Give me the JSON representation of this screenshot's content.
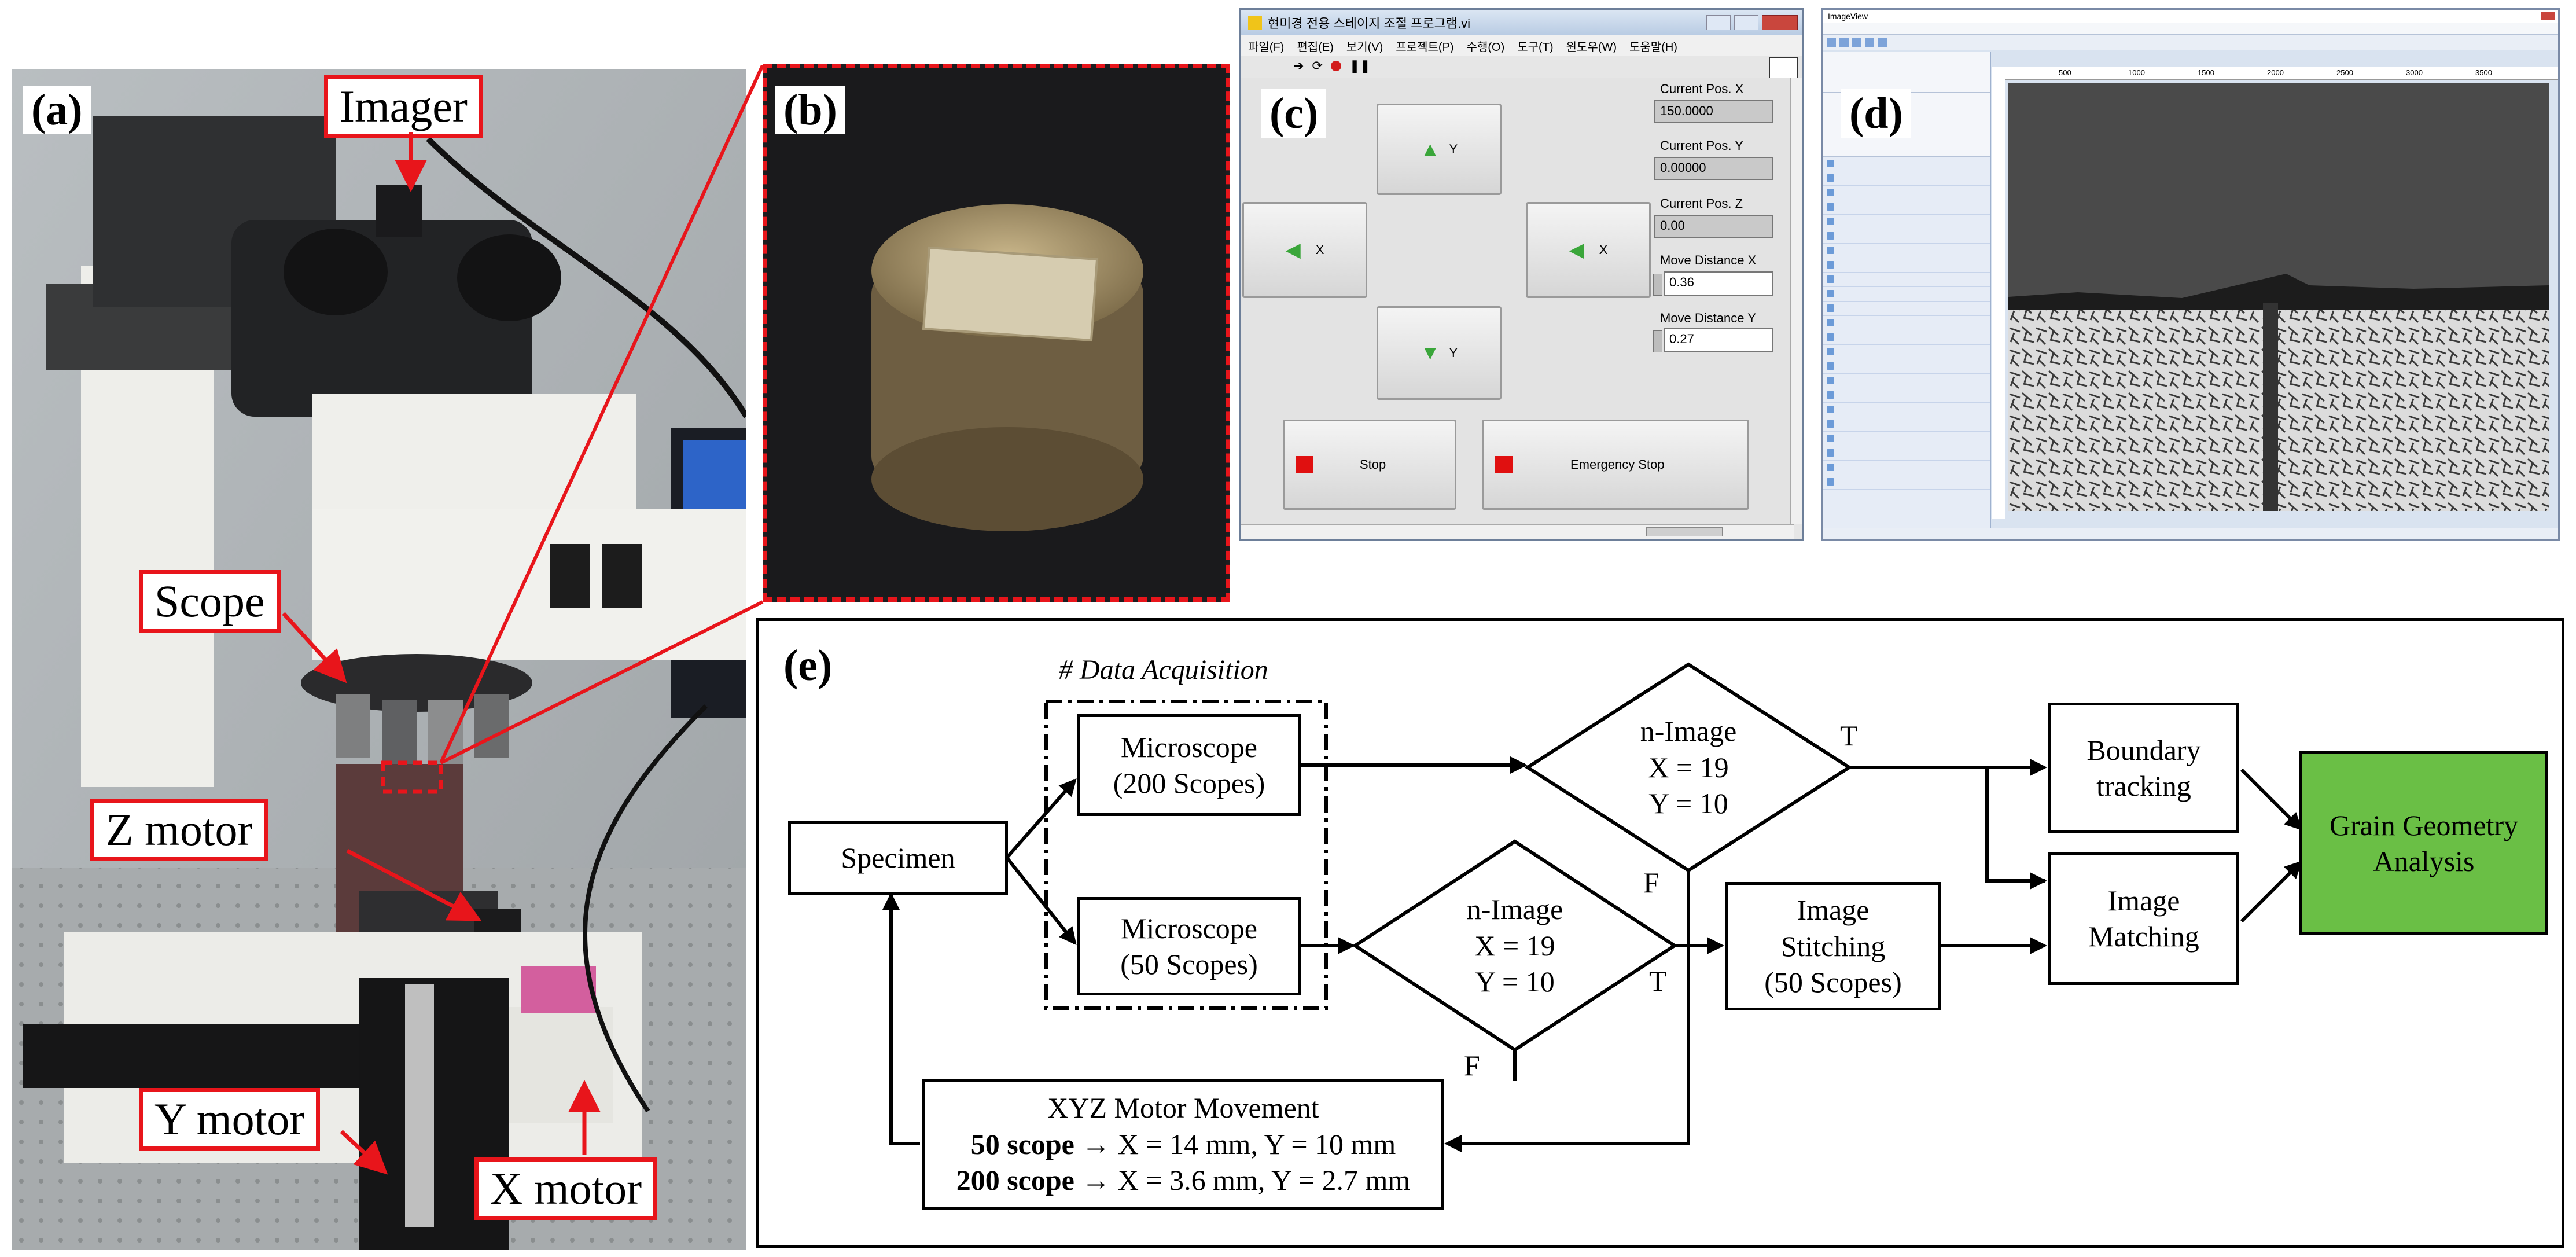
{
  "panels": {
    "a": {
      "letter": "(a)",
      "callouts": {
        "imager": "Imager",
        "scope": "Scope",
        "z_motor": "Z motor",
        "y_motor": "Y motor",
        "x_motor": "X motor"
      }
    },
    "b": {
      "letter": "(b)"
    },
    "c": {
      "letter": "(c)",
      "window_title": "현미경 전용 스테이지 조절 프로그램.vi",
      "menu": [
        "파일(F)",
        "편집(E)",
        "보기(V)",
        "프로젝트(P)",
        "수행(O)",
        "도구(T)",
        "윈도우(W)",
        "도움말(H)"
      ],
      "buttons": {
        "y_up": "Y",
        "x_left": "X",
        "x_right": "X",
        "y_down": "Y",
        "stop": "Stop",
        "emergency_stop": "Emergency Stop"
      },
      "fields": {
        "current_pos_x_label": "Current Pos. X",
        "current_pos_x_value": "150.0000",
        "current_pos_y_label": "Current Pos. Y",
        "current_pos_y_value": "0.00000",
        "current_pos_z_label": "Current Pos. Z",
        "current_pos_z_value": "0.00",
        "move_distance_x_label": "Move Distance X",
        "move_distance_x_value": "0.36",
        "move_distance_y_label": "Move Distance Y",
        "move_distance_y_value": "0.27"
      },
      "colors": {
        "arrow_green": "#3aa63a",
        "stop_red": "#e01010"
      }
    },
    "d": {
      "letter": "(d)",
      "app_title": "ImageView",
      "ruler_ticks": [
        "500",
        "1000",
        "1500",
        "2000",
        "2500",
        "3000",
        "3500"
      ]
    },
    "e": {
      "letter": "(e)",
      "group_label": "# Data Acquisition",
      "nodes": {
        "specimen": "Specimen",
        "microscope_200": [
          "Microscope",
          "(200 Scopes)"
        ],
        "microscope_50": [
          "Microscope",
          "(50 Scopes)"
        ],
        "decision_top": [
          "n-Image",
          "X = 19",
          "Y = 10"
        ],
        "decision_bottom": [
          "n-Image",
          "X = 19",
          "Y = 10"
        ],
        "image_stitching": [
          "Image",
          "Stitching",
          "(50 Scopes)"
        ],
        "boundary_tracking": [
          "Boundary",
          "tracking"
        ],
        "image_matching": [
          "Image",
          "Matching"
        ],
        "grain_geometry": [
          "Grain Geometry",
          "Analysis"
        ],
        "xyz_motor": {
          "title": "XYZ Motor Movement",
          "line1_bold": "50 scope",
          "line1_rest": "→ X = 14 mm, Y = 10 mm",
          "line2_bold": "200 scope",
          "line2_rest": "→ X = 3.6 mm, Y = 2.7 mm"
        }
      },
      "edge_labels": {
        "top_true": "T",
        "top_false": "F",
        "bottom_true": "T",
        "bottom_false": "F"
      },
      "colors": {
        "grain_fill": "#6abf45"
      }
    }
  }
}
